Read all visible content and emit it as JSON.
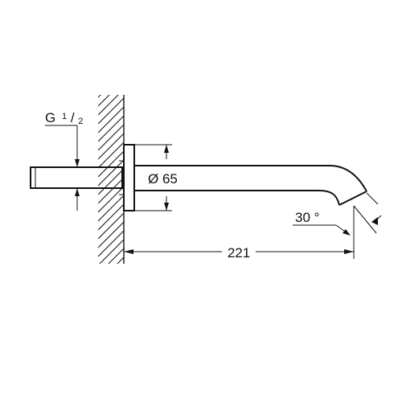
{
  "dimensions": {
    "thread": {
      "prefix": "G",
      "numerator": "1",
      "slash": "/",
      "denominator": "2"
    },
    "diameter": {
      "symbol": "Ø",
      "value": "65"
    },
    "length": {
      "value": "221"
    },
    "angle": {
      "value": "30",
      "unit": "°"
    }
  },
  "colors": {
    "line": "#111111",
    "background": "#ffffff"
  }
}
